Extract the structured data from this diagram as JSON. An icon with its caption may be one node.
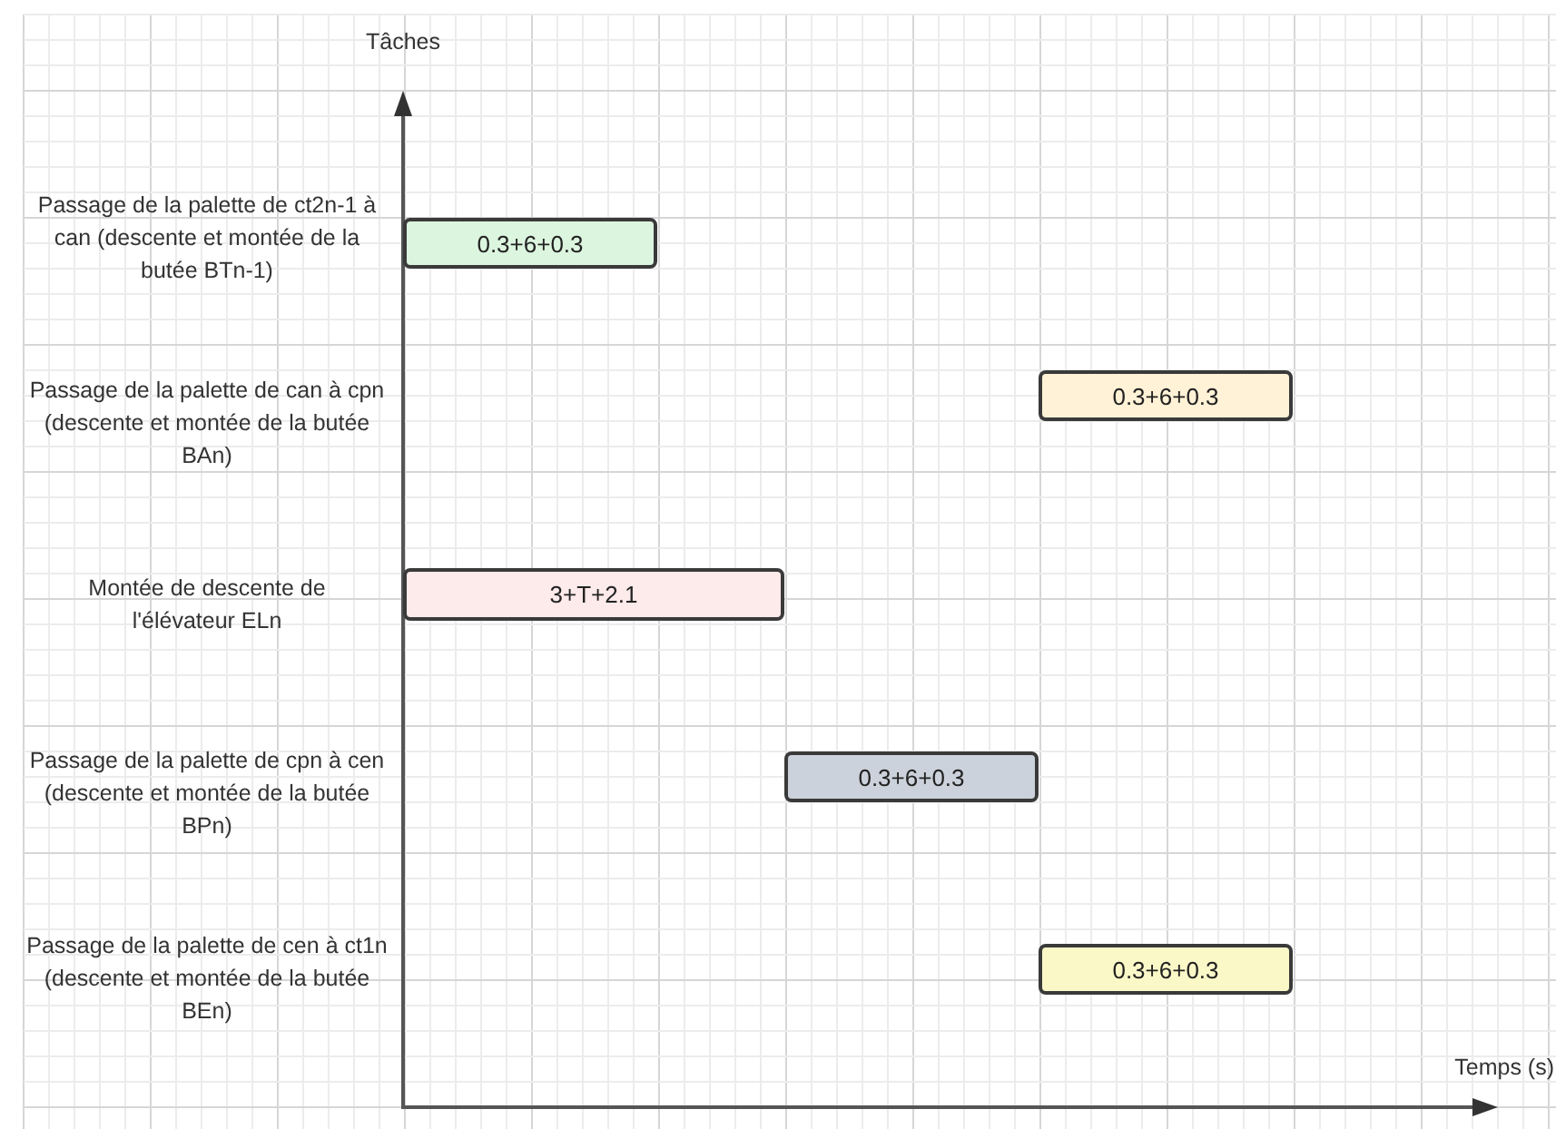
{
  "diagram": {
    "nodes": [
      {
        "text": [
          "0.3+6+0.3"
        ]
      },
      {
        "text": [
          "0.3+6+0.3"
        ]
      },
      {
        "text": [
          "3+T+2.1"
        ]
      },
      {
        "text": [
          "0.3+6+0.3"
        ]
      },
      {
        "text": [
          "0.3+6+0.3"
        ]
      }
    ],
    "edges": [],
    "labels": [
      "Tâches",
      "Passage de la palette de ct2n-1 à can (descente et montée de la butée BTn-1)",
      "Passage de la palette de can à cpn (descente et montée de la butée BAn)",
      "Montée de descente de l'élévateur ELn",
      "Passage de la palette de cpn à cen (descente et montée de la butée BPn)",
      "Passage de la palette de cen à ct1n (descente et montée de la butée BEn)",
      "Temps (s)"
    ]
  }
}
